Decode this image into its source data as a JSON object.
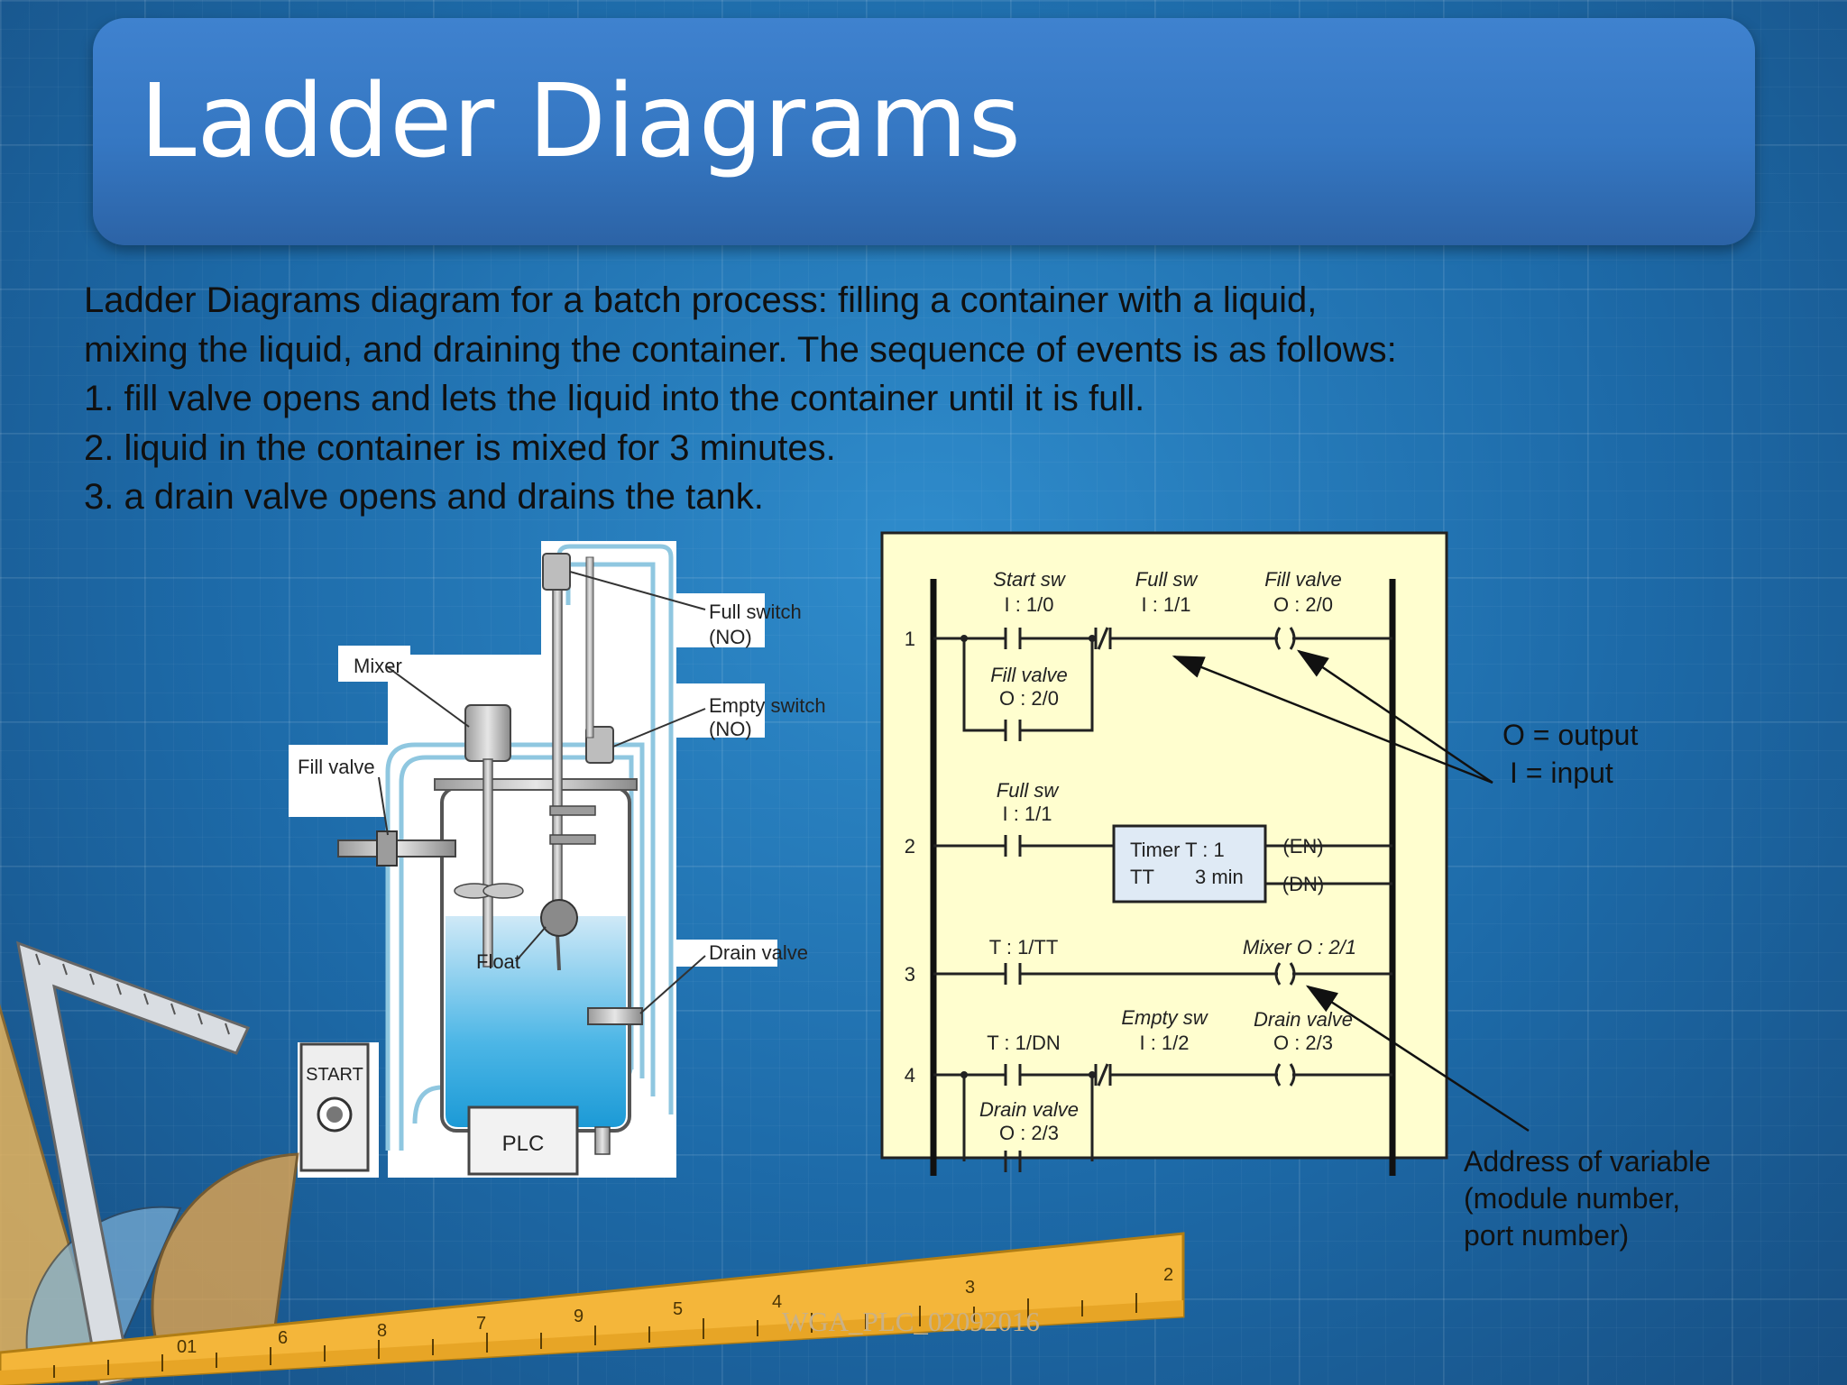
{
  "title": "Ladder Diagrams",
  "intro": {
    "lines": [
      "Ladder Diagrams diagram for a batch process: filling a container with a liquid,",
      "mixing the liquid, and draining the container. The sequence of events is as follows:",
      "1. fill valve opens and lets the liquid into the container until it is full.",
      "2. liquid in the container is mixed for 3 minutes.",
      "3. a drain valve opens and drains the tank."
    ]
  },
  "process": {
    "full_switch": "Full switch",
    "full_switch_type": "(NO)",
    "empty_switch": "Empty switch",
    "empty_switch_type": "(NO)",
    "mixer": "Mixer",
    "fill_valve": "Fill valve",
    "float": "Float",
    "drain_valve": "Drain valve",
    "start": "START",
    "plc": "PLC"
  },
  "ladder": {
    "rung_numbers": [
      "1",
      "2",
      "3",
      "4"
    ],
    "r1_start_name": "Start sw",
    "r1_start_addr": "I : 1/0",
    "r1_full_name": "Full sw",
    "r1_full_addr": "I : 1/1",
    "r1_fill_name": "Fill valve",
    "r1_fill_addr": "O : 2/0",
    "r1_seal_name": "Fill valve",
    "r1_seal_addr": "O : 2/0",
    "r2_full_name": "Full sw",
    "r2_full_addr": "I : 1/1",
    "timer_line1": "Timer    T : 1",
    "timer_tt": "TT",
    "timer_preset": "3 min",
    "timer_en": "(EN)",
    "timer_dn": "(DN)",
    "r3_contact": "T : 1/TT",
    "r3_mixer": "Mixer  O : 2/1",
    "r4_contact": "T : 1/DN",
    "r4_empty_name": "Empty sw",
    "r4_empty_addr": "I : 1/2",
    "r4_drain_name": "Drain valve",
    "r4_drain_addr": "O : 2/3",
    "r4_seal_name": "Drain valve",
    "r4_seal_addr": "O : 2/3",
    "nc_symbol": "/",
    "coil_symbol": "(   )"
  },
  "legend": {
    "output": "O = output",
    "input": "I = input",
    "address_line1": "Address of variable",
    "address_line2": "(module number,",
    "address_line3": "port number)"
  },
  "footer": "WGA_PLC_02092016",
  "ruler_numbers": [
    "01",
    "6",
    "8",
    "7",
    "9",
    "5",
    "4",
    "3",
    "2"
  ]
}
